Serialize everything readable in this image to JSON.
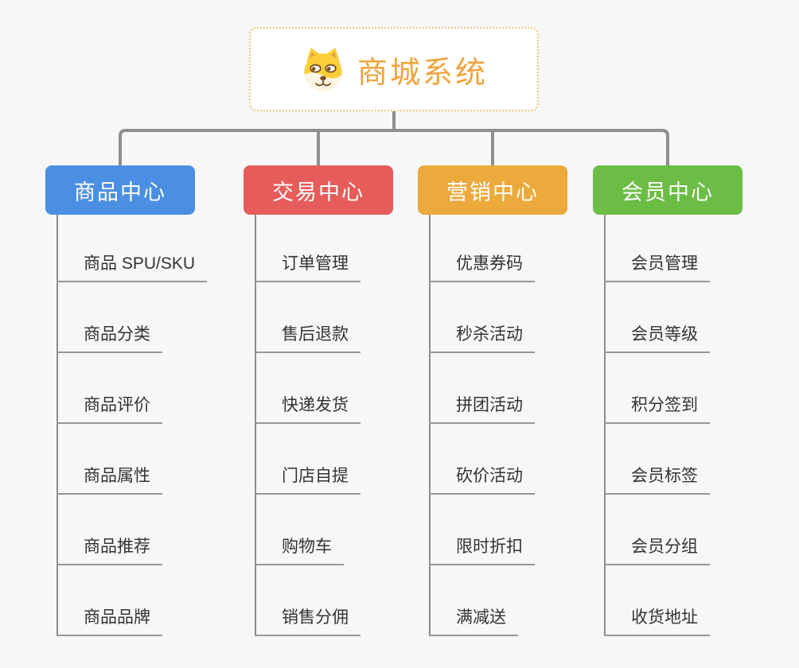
{
  "page": {
    "background_color": "#f7f7f7",
    "connector_color": "#8F8F8F",
    "leaf_underline_color": "#979797"
  },
  "root": {
    "title": "商城系统",
    "icon": "shiba-dog-icon",
    "title_color": "#F0A43C",
    "border_color": "#F3C47D"
  },
  "branches": [
    {
      "label": "商品中心",
      "color": "#4A8FE2",
      "items": [
        "商品 SPU/SKU",
        "商品分类",
        "商品评价",
        "商品属性",
        "商品推荐",
        "商品品牌"
      ]
    },
    {
      "label": "交易中心",
      "color": "#E65C5A",
      "items": [
        "订单管理",
        "售后退款",
        "快递发货",
        "门店自提",
        "购物车",
        "销售分佣"
      ]
    },
    {
      "label": "营销中心",
      "color": "#ECA93C",
      "items": [
        "优惠券码",
        "秒杀活动",
        "拼团活动",
        "砍价活动",
        "限时折扣",
        "满减送"
      ]
    },
    {
      "label": "会员中心",
      "color": "#6CBD45",
      "items": [
        "会员管理",
        "会员等级",
        "积分签到",
        "会员标签",
        "会员分组",
        "收货地址"
      ]
    }
  ]
}
